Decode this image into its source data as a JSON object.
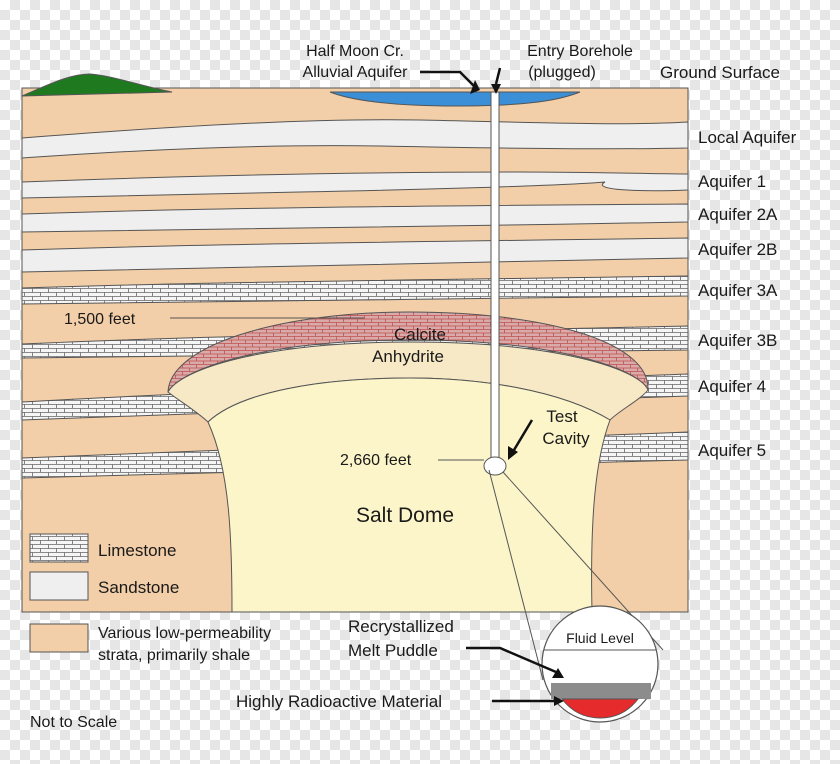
{
  "colors": {
    "shale": "#f2cfa8",
    "sandstone": "#efefef",
    "limestone": "#f5f5f5",
    "salt": "#fcf5c9",
    "caprock": "#d6a8a8",
    "water": "#3a8fd6",
    "hill": "#1f7a1f",
    "melt": "#8c8c8c",
    "radioactive": "#e52b2b",
    "line": "#333333"
  },
  "labels": {
    "half_moon_line1": "Half Moon Cr.",
    "half_moon_line2": "Alluvial Aquifer",
    "entry_line1": "Entry Borehole",
    "entry_line2": "(plugged)",
    "ground_surface": "Ground Surface",
    "depth_1500": "1,500 feet",
    "calcite": "Calcite",
    "anhydrite": "Anhydrite",
    "test_line1": "Test",
    "test_line2": "Cavity",
    "depth_2660": "2,660 feet",
    "salt_dome": "Salt Dome",
    "fluid_level": "Fluid Level",
    "melt_line1": "Recrystallized",
    "melt_line2": "Melt Puddle",
    "radioactive": "Highly Radioactive Material",
    "not_to_scale": "Not to Scale"
  },
  "aquifers": [
    "Local Aquifer",
    "Aquifer 1",
    "Aquifer 2A",
    "Aquifer 2B",
    "Aquifer 3A",
    "Aquifer 3B",
    "Aquifer 4",
    "Aquifer 5"
  ],
  "legend": {
    "limestone": "Limestone",
    "sandstone": "Sandstone",
    "shale_line1": "Various low-permeability",
    "shale_line2": "strata, primarily shale"
  }
}
